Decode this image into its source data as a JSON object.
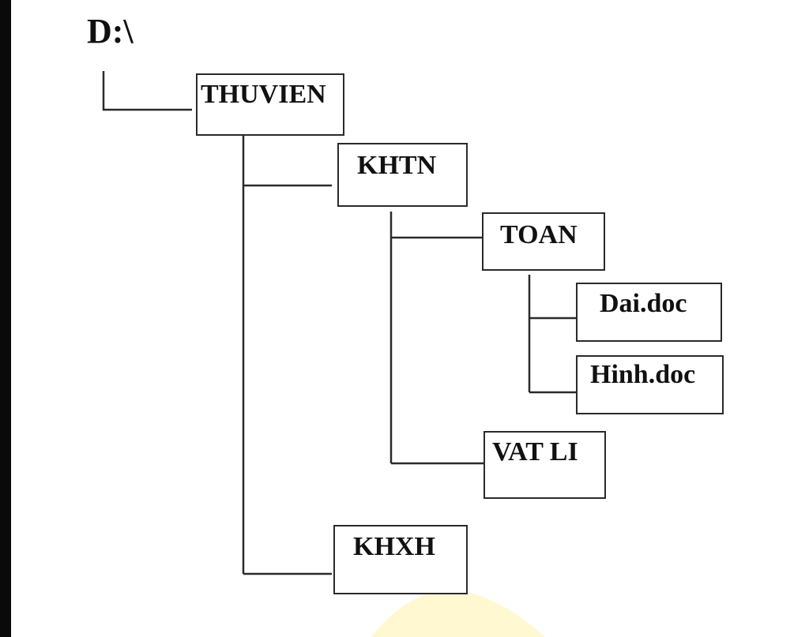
{
  "root": {
    "label": "D:\\"
  },
  "nodes": {
    "thuvien": "THUVIEN",
    "khtn": "KHTN",
    "toan": "TOAN",
    "dai": "Dai.doc",
    "hinh": "Hinh.doc",
    "vatli": "VAT LI",
    "khxh": "KHXH"
  },
  "colors": {
    "line": "#2a2a2a",
    "text": "#111111",
    "frame": "#0a0a0a",
    "watermark": "#fff3b0"
  }
}
